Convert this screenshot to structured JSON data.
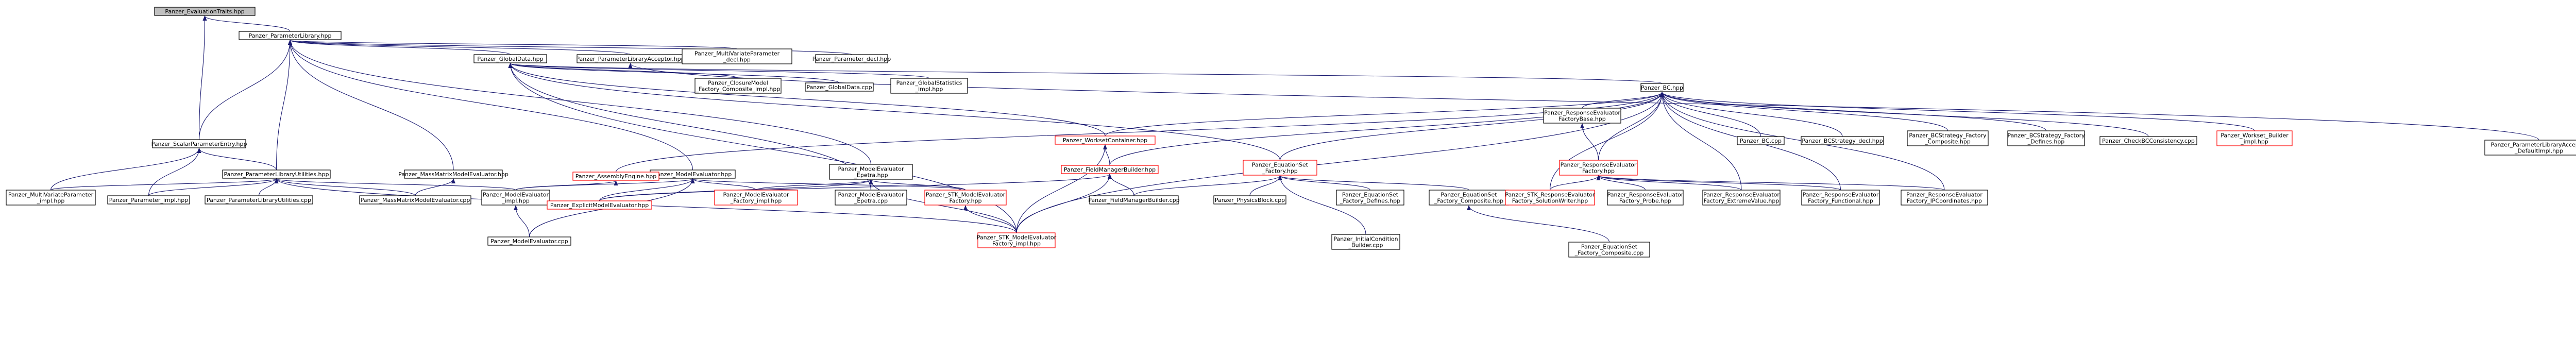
{
  "colors": {
    "background": "#ffffff",
    "root_fill": "#bfbfbf",
    "node_fill": "#ffffff",
    "border_normal": "#000000",
    "border_truncated": "#ff0000",
    "edge": "#191970"
  },
  "nodes": [
    {
      "id": "n0",
      "lines": [
        "Panzer_EvaluationTraits.hpp"
      ],
      "style": "root"
    },
    {
      "id": "n1",
      "lines": [
        "Panzer_ParameterLibrary.hpp"
      ],
      "style": "normal"
    },
    {
      "id": "n2",
      "lines": [
        "Panzer_ScalarParameterEntry.hpp"
      ],
      "style": "normal"
    },
    {
      "id": "n3",
      "lines": [
        "Panzer_GlobalData.hpp"
      ],
      "style": "normal"
    },
    {
      "id": "n4",
      "lines": [
        "Panzer_ParameterLibraryAcceptor.hpp"
      ],
      "style": "normal"
    },
    {
      "id": "n5",
      "lines": [
        "Panzer_MultiVariateParameter",
        "_decl.hpp"
      ],
      "style": "normal"
    },
    {
      "id": "n6",
      "lines": [
        "Panzer_Parameter_decl.hpp"
      ],
      "style": "normal"
    },
    {
      "id": "n7",
      "lines": [
        "Panzer_ParameterLibraryAcceptor",
        "_DefaultImpl.hpp"
      ],
      "style": "normal"
    },
    {
      "id": "n8",
      "lines": [
        "Panzer_ClosureModel",
        "_Factory_Composite_impl.hpp"
      ],
      "style": "normal"
    },
    {
      "id": "n9",
      "lines": [
        "Panzer_GlobalData.cpp"
      ],
      "style": "normal"
    },
    {
      "id": "n10",
      "lines": [
        "Panzer_GlobalStatistics",
        "_impl.hpp"
      ],
      "style": "normal"
    },
    {
      "id": "n11",
      "lines": [
        "Panzer_BC.hpp"
      ],
      "style": "normal"
    },
    {
      "id": "n12",
      "lines": [
        "Panzer_ParameterLibraryUtilities.hpp"
      ],
      "style": "normal"
    },
    {
      "id": "n13",
      "lines": [
        "Panzer_MassMatrixModelEvaluator.hpp"
      ],
      "style": "normal"
    },
    {
      "id": "n14",
      "lines": [
        "Panzer_ModelEvaluator.hpp"
      ],
      "style": "normal"
    },
    {
      "id": "n15",
      "lines": [
        "Panzer_ModelEvaluator",
        "_Epetra.hpp"
      ],
      "style": "normal"
    },
    {
      "id": "n16",
      "lines": [
        "Panzer_WorksetContainer.hpp"
      ],
      "style": "truncated"
    },
    {
      "id": "n17",
      "lines": [
        "Panzer_ResponseEvaluator",
        "FactoryBase.hpp"
      ],
      "style": "normal"
    },
    {
      "id": "n18",
      "lines": [
        "Panzer_BC.cpp"
      ],
      "style": "normal"
    },
    {
      "id": "n19",
      "lines": [
        "Panzer_BCStrategy_decl.hpp"
      ],
      "style": "normal"
    },
    {
      "id": "n20",
      "lines": [
        "Panzer_BCStrategy_Factory",
        "_Composite.hpp"
      ],
      "style": "normal"
    },
    {
      "id": "n21",
      "lines": [
        "Panzer_BCStrategy_Factory",
        "_Defines.hpp"
      ],
      "style": "normal"
    },
    {
      "id": "n22",
      "lines": [
        "Panzer_CheckBCConsistency.cpp"
      ],
      "style": "normal"
    },
    {
      "id": "n23",
      "lines": [
        "Panzer_Workset_Builder",
        "_impl.hpp"
      ],
      "style": "truncated"
    },
    {
      "id": "n24",
      "lines": [
        "Panzer_AssemblyEngine.hpp"
      ],
      "style": "truncated"
    },
    {
      "id": "n25",
      "lines": [
        "Panzer_FieldManagerBuilder.hpp"
      ],
      "style": "truncated"
    },
    {
      "id": "n26",
      "lines": [
        "Panzer_EquationSet",
        "_Factory.hpp"
      ],
      "style": "truncated"
    },
    {
      "id": "n27",
      "lines": [
        "Panzer_ResponseEvaluator",
        "Factory.hpp"
      ],
      "style": "truncated"
    },
    {
      "id": "n28",
      "lines": [
        "Panzer_MultiVariateParameter",
        "_impl.hpp"
      ],
      "style": "normal"
    },
    {
      "id": "n29",
      "lines": [
        "Panzer_Parameter_impl.hpp"
      ],
      "style": "normal"
    },
    {
      "id": "n30",
      "lines": [
        "Panzer_ParameterLibraryUtilities.cpp"
      ],
      "style": "normal"
    },
    {
      "id": "n31",
      "lines": [
        "Panzer_MassMatrixModelEvaluator.cpp"
      ],
      "style": "normal"
    },
    {
      "id": "n32",
      "lines": [
        "Panzer_ModelEvaluator",
        "_impl.hpp"
      ],
      "style": "normal"
    },
    {
      "id": "n33",
      "lines": [
        "Panzer_ExplicitModelEvaluator.hpp"
      ],
      "style": "truncated"
    },
    {
      "id": "n34",
      "lines": [
        "Panzer_ModelEvaluator",
        "_Factory_impl.hpp"
      ],
      "style": "truncated"
    },
    {
      "id": "n35",
      "lines": [
        "Panzer_ModelEvaluator",
        "_Epetra.cpp"
      ],
      "style": "normal"
    },
    {
      "id": "n36",
      "lines": [
        "Panzer_STK_ModelEvaluator",
        "Factory.hpp"
      ],
      "style": "truncated"
    },
    {
      "id": "n37",
      "lines": [
        "Panzer_FieldManagerBuilder.cpp"
      ],
      "style": "normal"
    },
    {
      "id": "n38",
      "lines": [
        "Panzer_PhysicsBlock.cpp"
      ],
      "style": "normal"
    },
    {
      "id": "n39",
      "lines": [
        "Panzer_EquationSet",
        "_Factory_Defines.hpp"
      ],
      "style": "normal"
    },
    {
      "id": "n40",
      "lines": [
        "Panzer_EquationSet",
        "_Factory_Composite.hpp"
      ],
      "style": "normal"
    },
    {
      "id": "n41",
      "lines": [
        "Panzer_STK_ResponseEvaluator",
        "Factory_SolutionWriter.hpp"
      ],
      "style": "truncated"
    },
    {
      "id": "n42",
      "lines": [
        "Panzer_ResponseEvaluator",
        "Factory_Probe.hpp"
      ],
      "style": "normal"
    },
    {
      "id": "n43",
      "lines": [
        "Panzer_ResponseEvaluator",
        "Factory_ExtremeValue.hpp"
      ],
      "style": "normal"
    },
    {
      "id": "n44",
      "lines": [
        "Panzer_ResponseEvaluator",
        "Factory_Functional.hpp"
      ],
      "style": "normal"
    },
    {
      "id": "n45",
      "lines": [
        "Panzer_ResponseEvaluator",
        "Factory_IPCoordinates.hpp"
      ],
      "style": "normal"
    },
    {
      "id": "n46",
      "lines": [
        "Panzer_ModelEvaluator.cpp"
      ],
      "style": "normal"
    },
    {
      "id": "n47",
      "lines": [
        "Panzer_STK_ModelEvaluator",
        "Factory_impl.hpp"
      ],
      "style": "truncated"
    },
    {
      "id": "n48",
      "lines": [
        "Panzer_InitialCondition",
        "_Builder.cpp"
      ],
      "style": "normal"
    },
    {
      "id": "n49",
      "lines": [
        "Panzer_EquationSet",
        "_Factory_Composite.cpp"
      ],
      "style": "normal"
    }
  ],
  "edges": [
    [
      "n1",
      "n0"
    ],
    [
      "n2",
      "n0"
    ],
    [
      "n3",
      "n1"
    ],
    [
      "n4",
      "n1"
    ],
    [
      "n5",
      "n1"
    ],
    [
      "n6",
      "n1"
    ],
    [
      "n2",
      "n1"
    ],
    [
      "n12",
      "n1"
    ],
    [
      "n13",
      "n1"
    ],
    [
      "n14",
      "n1"
    ],
    [
      "n15",
      "n1"
    ],
    [
      "n12",
      "n2"
    ],
    [
      "n28",
      "n2"
    ],
    [
      "n29",
      "n2"
    ],
    [
      "n7",
      "n4"
    ],
    [
      "n8",
      "n3"
    ],
    [
      "n9",
      "n3"
    ],
    [
      "n10",
      "n3"
    ],
    [
      "n11",
      "n3"
    ],
    [
      "n47",
      "n3"
    ],
    [
      "n35",
      "n3"
    ],
    [
      "n26",
      "n3"
    ],
    [
      "n16",
      "n3"
    ],
    [
      "n17",
      "n11"
    ],
    [
      "n18",
      "n11"
    ],
    [
      "n19",
      "n11"
    ],
    [
      "n20",
      "n11"
    ],
    [
      "n21",
      "n11"
    ],
    [
      "n22",
      "n11"
    ],
    [
      "n23",
      "n11"
    ],
    [
      "n24",
      "n11"
    ],
    [
      "n25",
      "n11"
    ],
    [
      "n26",
      "n11"
    ],
    [
      "n27",
      "n11"
    ],
    [
      "n41",
      "n11"
    ],
    [
      "n43",
      "n11"
    ],
    [
      "n44",
      "n11"
    ],
    [
      "n45",
      "n11"
    ],
    [
      "n16",
      "n11"
    ],
    [
      "n47",
      "n11"
    ],
    [
      "n28",
      "n12"
    ],
    [
      "n29",
      "n12"
    ],
    [
      "n30",
      "n12"
    ],
    [
      "n31",
      "n12"
    ],
    [
      "n32",
      "n12"
    ],
    [
      "n47",
      "n12"
    ],
    [
      "n31",
      "n13"
    ],
    [
      "n32",
      "n14"
    ],
    [
      "n33",
      "n14"
    ],
    [
      "n34",
      "n14"
    ],
    [
      "n46",
      "n14"
    ],
    [
      "n36",
      "n14"
    ],
    [
      "n33",
      "n15"
    ],
    [
      "n34",
      "n15"
    ],
    [
      "n35",
      "n15"
    ],
    [
      "n36",
      "n15"
    ],
    [
      "n47",
      "n15"
    ],
    [
      "n25",
      "n16"
    ],
    [
      "n47",
      "n16"
    ],
    [
      "n27",
      "n17"
    ],
    [
      "n32",
      "n24"
    ],
    [
      "n37",
      "n25"
    ],
    [
      "n47",
      "n25"
    ],
    [
      "n33",
      "n25"
    ],
    [
      "n38",
      "n26"
    ],
    [
      "n39",
      "n26"
    ],
    [
      "n40",
      "n26"
    ],
    [
      "n48",
      "n26"
    ],
    [
      "n37",
      "n26"
    ],
    [
      "n41",
      "n27"
    ],
    [
      "n42",
      "n27"
    ],
    [
      "n43",
      "n27"
    ],
    [
      "n44",
      "n27"
    ],
    [
      "n45",
      "n27"
    ],
    [
      "n49",
      "n40"
    ],
    [
      "n46",
      "n32"
    ],
    [
      "n47",
      "n36"
    ]
  ]
}
